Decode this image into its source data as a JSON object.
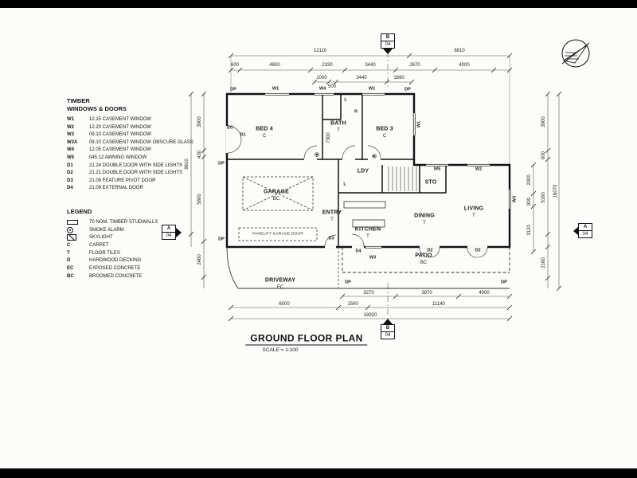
{
  "title_block": {
    "title": "GROUND FLOOR PLAN",
    "scale": "SCALE = 1:100"
  },
  "schedule": {
    "heading1": "TIMBER",
    "heading2": "WINDOWS & DOORS",
    "items": [
      {
        "code": "W1",
        "desc": "12.15 CASEMENT WINDOW"
      },
      {
        "code": "W2",
        "desc": "12.20 CASEMENT WINDOW"
      },
      {
        "code": "W3",
        "desc": "09.10 CASEMENT WINDOW"
      },
      {
        "code": "W3A",
        "desc": "09.10 CASEMENT WINDOW OBSCURE GLASS"
      },
      {
        "code": "W4",
        "desc": "12.05 CASEMENT WINDOW"
      },
      {
        "code": "W5",
        "desc": "045.12 AWNING WINDOW"
      },
      {
        "code": "D1",
        "desc": "21.24 DOUBLE DOOR WITH SIDE LIGHTS"
      },
      {
        "code": "D2",
        "desc": "21.21 DOUBLE DOOR WITH SIDE LIGHTS"
      },
      {
        "code": "D3",
        "desc": "21.09 FEATURE PIVOT DOOR"
      },
      {
        "code": "D4",
        "desc": "21.09 EXTERNAL DOOR"
      }
    ]
  },
  "legend": {
    "heading": "LEGEND",
    "items": [
      {
        "code": "",
        "desc": "70 NOM. TIMBER STUDWALLS"
      },
      {
        "code": "",
        "desc": "SMOKE ALARM"
      },
      {
        "code": "",
        "desc": "SKYLIGHT"
      },
      {
        "code": "C",
        "desc": "CARPET"
      },
      {
        "code": "T",
        "desc": "FLOOR TILES"
      },
      {
        "code": "D",
        "desc": "HARDWOOD DECKING"
      },
      {
        "code": "EC",
        "desc": "EXPOSED CONCRETE"
      },
      {
        "code": "BC",
        "desc": "BROOMED CONCRETE"
      }
    ]
  },
  "markers": {
    "top": {
      "letter": "B",
      "sheet": "04"
    },
    "bottom": {
      "letter": "B",
      "sheet": "04"
    },
    "left": {
      "letter": "A",
      "sheet": "04"
    },
    "right": {
      "letter": "A",
      "sheet": "04"
    }
  },
  "rooms": {
    "bed4": {
      "name": "BED 4",
      "finish": "C"
    },
    "bed3": {
      "name": "BED 3",
      "finish": "C"
    },
    "bath": {
      "name": "BATH",
      "finish": "T"
    },
    "ldy": {
      "name": "LDY"
    },
    "sto": {
      "name": "STO"
    },
    "garage": {
      "name": "GARAGE",
      "finish": "BC"
    },
    "entry": {
      "name": "ENTRY",
      "finish": "T"
    },
    "kitchen": {
      "name": "KITCHEN",
      "finish": "T"
    },
    "dining": {
      "name": "DINING",
      "finish": "T"
    },
    "living": {
      "name": "LIVING",
      "finish": "T"
    },
    "patio": {
      "name": "PATIO",
      "finish": "BC"
    },
    "driveway": {
      "name": "DRIVEWAY",
      "finish": "EC"
    }
  },
  "tags": {
    "dp": "DP",
    "w1": "W1",
    "w2": "W2",
    "w3": "W3",
    "w4": "W4",
    "w5": "W5",
    "d1": "D1",
    "d2": "D2",
    "d3": "D3",
    "d4": "D4",
    "ec": "EC",
    "l": "L",
    "r": "R"
  },
  "notes": {
    "panelift": "PANELIFT GARAGE DOOR"
  },
  "dims": {
    "top1": [
      "12110",
      "6810"
    ],
    "top2": [
      "600",
      "4800",
      "2330",
      "3440",
      "2670",
      "4000"
    ],
    "top3": [
      "1000",
      "500",
      "3440",
      "1690"
    ],
    "left": [
      "3900",
      "430",
      "9610",
      "5800",
      "2460"
    ],
    "right": [
      "3900",
      "600",
      "2000",
      "900",
      "5160",
      "3120",
      "2160"
    ],
    "right_outer": "16070",
    "bottom1": [
      "3270",
      "3870",
      "4000"
    ],
    "bottom2": [
      "6000",
      "1500",
      "11140"
    ],
    "bottom3": [
      "18920"
    ],
    "interior": [
      "7300"
    ]
  }
}
